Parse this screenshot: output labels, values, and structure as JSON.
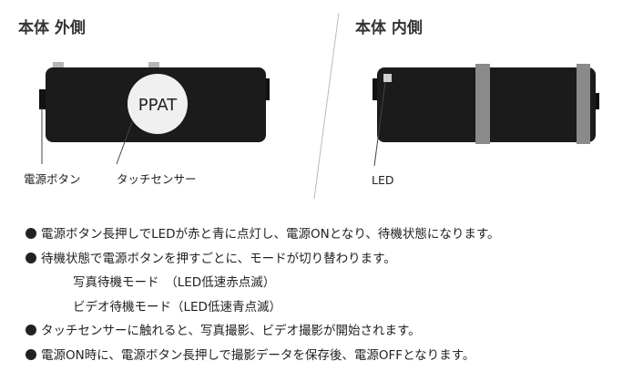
{
  "headings": {
    "outer": "本体 外側",
    "inner": "本体 内側"
  },
  "device": {
    "badge_text": "PPAT"
  },
  "labels": {
    "power_button": "電源ボタン",
    "touch_sensor": "タッチセンサー",
    "led": "LED"
  },
  "notes": [
    "電源ボタン長押しでLEDが赤と青に点灯し、電源ONとなり、待機状態になります。",
    "待機状態で電源ボタンを押すごとに、モードが切り替わります。",
    "写真待機モード　（LED低速赤点滅）",
    "ビデオ待機モード（LED低速青点滅）",
    "タッチセンサーに触れると、写真撮影、ビデオ撮影が開始されます。",
    "電源ON時に、電源ボタン長押しで撮影データを保存後、電源OFFとなります。"
  ],
  "colors": {
    "body": "#1b1b1b",
    "strap": "#8a8a8a",
    "badge": "#f0f0f0"
  }
}
